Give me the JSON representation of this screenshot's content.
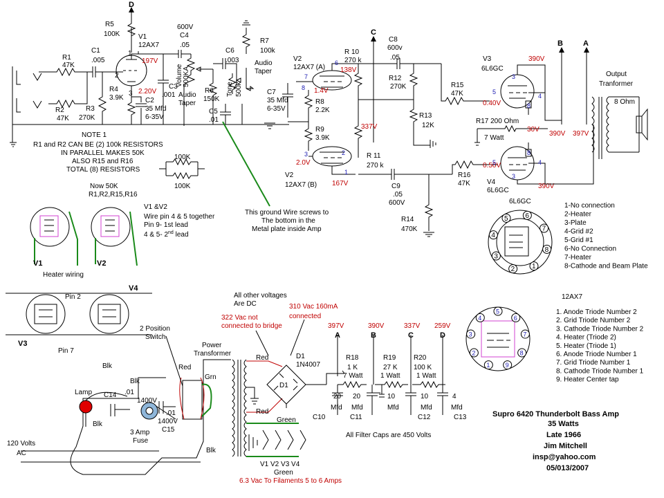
{
  "title_block": {
    "line1": "Supro 6420 Thunderbolt Bass Amp",
    "line2": "35 Watts",
    "line3": "Late 1966",
    "line4": "Jim Mitchell",
    "line5": "insp@yahoo.com",
    "line6": "05/013/2007"
  },
  "rails": {
    "a": "A",
    "b": "B",
    "c": "C",
    "d": "D"
  },
  "components": {
    "r1": "R1",
    "r1v": "47K",
    "r2": "R2",
    "r2v": "47K",
    "r3": "R3",
    "r3v": "270K",
    "c1": "C1",
    "c1v": ".005",
    "r4": "R4",
    "r4v": "3.9K",
    "r5": "R5",
    "r5v": "100K",
    "v1": "V1",
    "v1t": "12AX7",
    "c2": "C2",
    "c2v1": "35 Mfd",
    "c2v2": "6-35V",
    "c3": "C3",
    "c3v": ".001",
    "c4": "C4",
    "c4v1": "600V",
    "c4v2": ".05",
    "vol1": "Volume",
    "vol2": "500KA",
    "vol3": "Audio",
    "vol4": "Taper",
    "r6": "R6",
    "r6v": "150K",
    "c5": "C5",
    "c5v": ".01",
    "c6": "C6",
    "c6v": ".003",
    "tone1": "Tone",
    "tone2": "500k",
    "r7": "R7",
    "r7v": "100k",
    "at1": "Audio",
    "at2": "Taper",
    "v2": "V2",
    "v2t": "12AX7 (A)",
    "c7": "C7",
    "c7v1": "35 Mfd",
    "c7v2": "6-35V",
    "r8": "R8",
    "r8v": "2.2K",
    "r9": "R9",
    "r9v": "3.9K",
    "v2b": "V2",
    "v2bt": "12AX7 (B)",
    "r10": "R 10",
    "r10v": "270 k",
    "r11": "R 11",
    "r11v": "270 k",
    "c8": "C8",
    "c8v1": "600v",
    "c8v2": ".05",
    "r12": "R12",
    "r12v": "270K",
    "r13": "R13",
    "r13v": "12K",
    "c9": "C9",
    "c9v1": ".05",
    "c9v2": "600V",
    "r14": "R14",
    "r14v": "470K",
    "r15": "R15",
    "r15v": "47K",
    "r16": "R16",
    "r16v": "47K",
    "r17": "R17 200 Ohm",
    "r17v": "7 Watt",
    "v3": "V3",
    "v3t": "6L6GC",
    "v4": "V4",
    "v4t": "6L6GC",
    "ot1": "Output",
    "ot2": "Tranformer",
    "spk": "8 Ohm"
  },
  "voltages": {
    "v1plate": "197V",
    "v1cath": "2.20V",
    "v2plate": "138V",
    "v2cath": "1.4V",
    "v2bcath": "2.0V",
    "v2bplate": "167V",
    "mid": "337V",
    "v3plate": "390V",
    "v3grid": "0.40V",
    "v4grid": "0.50V",
    "v4plate": "390V",
    "screen": "30V",
    "railb": "390V",
    "raila": "397V"
  },
  "pins": {
    "p1": "1",
    "p2": "2",
    "p3": "3",
    "p6": "6",
    "p7": "7",
    "p8": "8",
    "p4": "4",
    "p5": "5"
  },
  "notes": {
    "n1": "NOTE 1",
    "n2": "R1 and R2   CAN BE (2) 100k RESISTORS",
    "n3": "IN PARALLEL MAKES 50K",
    "n4": "ALSO R15 and R16",
    "n5": "TOTAL (8) RESISTORS",
    "par1": "100K",
    "par2": "100K",
    "n6": "Now 50K",
    "n7": "R1,R2,R15,R16",
    "gw1": "This ground Wire screws to",
    "gw2": "The bottom in the",
    "gw3": "Metal plate inside Amp",
    "hv1": "V1 &V2",
    "hv2": "Wire pin 4 & 5 together",
    "hv3": "Pin 9- 1st lead",
    "hv4": "4 & 5- 2",
    "hv4sup": "nd",
    "hv4b": " lead",
    "hw": "Heater wiring",
    "lv1": "V1",
    "lv2": "V2",
    "lv3": "V3",
    "lv4": "V4",
    "pin2": "Pin 2",
    "pin7": "Pin 7"
  },
  "pinout_6l6": {
    "title": "6L6GC",
    "items": [
      "1-No connection",
      "2-Heater",
      "3-Plate",
      "4-Grid #2",
      "5-Grid #1",
      "6-No Connection",
      "7-Heater",
      "8-Cathode and Beam Plate"
    ]
  },
  "pinout_12ax7": {
    "title": "12AX7",
    "items": [
      "1. Anode Triode Number 2",
      "2. Grid Triode Number 2",
      "3. Cathode Triode Number 2",
      "4. Heater (Triode 2)",
      "5. Heater (Triode 1)",
      "6. Anode Triode Number 1",
      "7. Grid Triode Number 1",
      "8. Cathode Triode Number 1",
      "9. Heater Center tap"
    ]
  },
  "power": {
    "dc1": "All other voltages",
    "dc2": "Are DC",
    "rn1": "322 Vac not",
    "rn2": "connected to bridge",
    "rn3": "310 Vac 160mA",
    "rn4": "connected",
    "pt1": "Power",
    "pt2": "Transformer",
    "sw1": "2 Position",
    "sw2": "Switch",
    "d1": "D1",
    "d1t": "1N4007",
    "d1b": "D1",
    "red": "Red",
    "grn": "Grn",
    "blk": "Blk",
    "green": "Green",
    "lamp": "Lamp",
    "c14": "C14",
    "c14v": ".01",
    "c14kv": "1400V",
    "c15v": ".01",
    "c15kv": "1400V",
    "c15": "C15",
    "fuse1": "3 Amp",
    "fuse2": "Fuse",
    "ac1": "120 Volts",
    "ac2": "AC",
    "fil_tubes": "V1 V2 V3 V4",
    "fil": "6.3 Vac To Filaments 5 to 6 Amps",
    "filter_caps": "All Filter Caps are 450 Volts",
    "r18": "R18",
    "r18v1": "1 K",
    "r18v2": "7 Watt",
    "r19": "R19",
    "r19v1": "27 K",
    "r19v2": "1 Watt",
    "r20": "R20",
    "r20v1": "100 K",
    "r20v2": "1 Watt",
    "va": "397V",
    "vb": "390V",
    "vc": "337V",
    "vd": "259V",
    "c10v": "20",
    "c10": "C10",
    "c11v": "20",
    "c11": "C11",
    "c12v": "10",
    "c12": "C12",
    "c13v": "4",
    "c13": "C13",
    "mfd": "Mfd"
  },
  "colors": {
    "wire": "#000000",
    "voltage": "#c00000",
    "ground_wire": "#1a8a1a",
    "pin_marker": "#d040d0",
    "pin_number": "#1a1ab0",
    "lamp": "#e00000"
  }
}
